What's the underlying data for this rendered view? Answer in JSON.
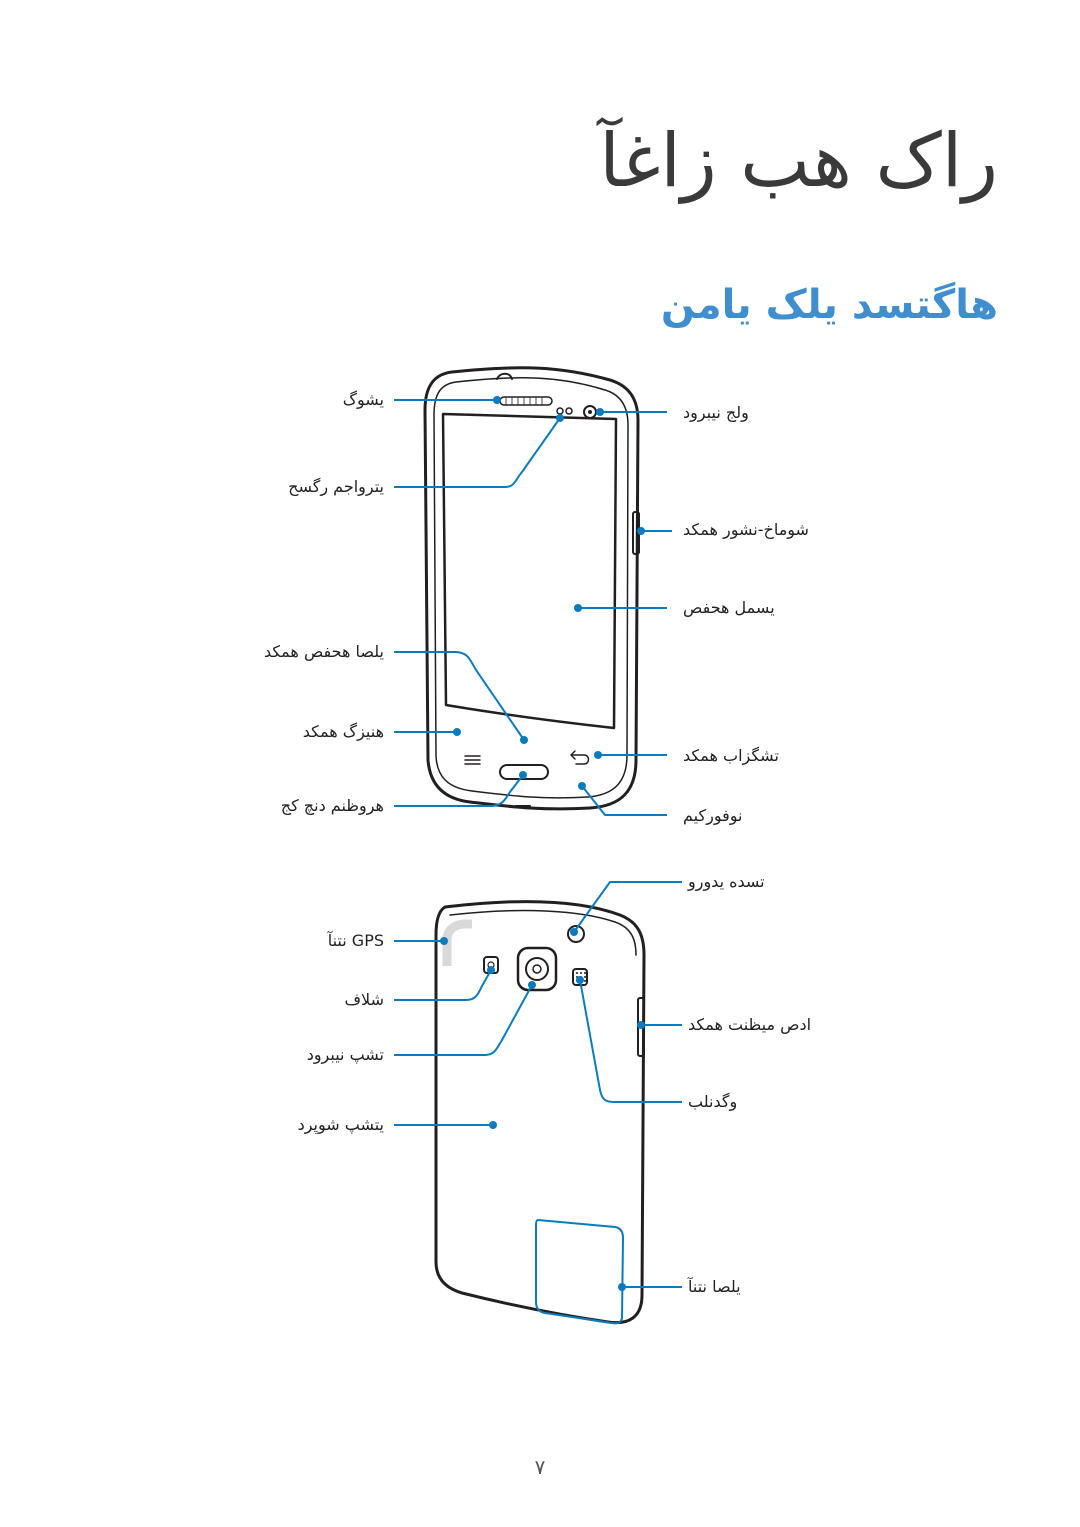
{
  "chapter_title": "راک هب زاغآ",
  "section_title": "هاگتسد یلک یامن",
  "front_labels": {
    "earpiece": "یشوگ",
    "proximity_sensor": "یترواجم رگسح",
    "home_button": "یلصا هحفص همکد",
    "menu_button": "هنیزگ همکد",
    "multipurpose_jack": "هروظنم دنچ کج",
    "front_camera": "ولج نیبرود",
    "power_button": "شوماخ-نشور همکد",
    "touch_screen": "یسمل هحفص",
    "back_button": "تشگزاب همکد",
    "microphone": "نوفورکیم"
  },
  "back_labels": {
    "headset_jack": "تسده یدورو",
    "gps_antenna": "GPS نتنآ",
    "flash": "شلاف",
    "rear_camera": "تشپ نیبرود",
    "back_cover": "یتشپ شوپرد",
    "volume_button": "ادص میظنت همکد",
    "speaker": "وگدنلب",
    "main_antenna": "یلصا نتنآ"
  },
  "page_number": "۷",
  "colors": {
    "accent": "#0a7bbd",
    "section_title": "#3e8ed0",
    "device_outline": "#231f20"
  }
}
